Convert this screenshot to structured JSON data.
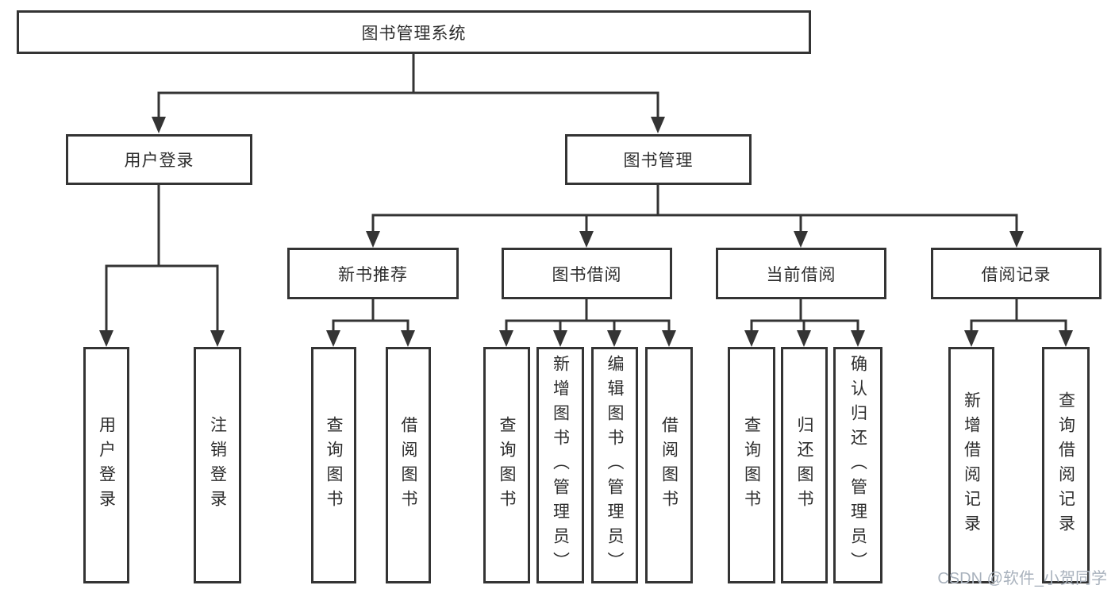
{
  "tree": {
    "root": {
      "label": "图书管理系统"
    },
    "children": [
      {
        "label": "用户登录",
        "children": [
          {
            "label": "用户登录"
          },
          {
            "label": "注销登录"
          }
        ]
      },
      {
        "label": "图书管理",
        "children": [
          {
            "label": "新书推荐",
            "children": [
              {
                "label": "查询图书"
              },
              {
                "label": "借阅图书"
              }
            ]
          },
          {
            "label": "图书借阅",
            "children": [
              {
                "label": "查询图书"
              },
              {
                "label": "新增图书（管理员）"
              },
              {
                "label": "编辑图书（管理员）"
              },
              {
                "label": "借阅图书"
              }
            ]
          },
          {
            "label": "当前借阅",
            "children": [
              {
                "label": "查询图书"
              },
              {
                "label": "归还图书"
              },
              {
                "label": "确认归还（管理员）"
              }
            ]
          },
          {
            "label": "借阅记录",
            "children": [
              {
                "label": "新增借阅记录"
              },
              {
                "label": "查询借阅记录"
              }
            ]
          }
        ]
      }
    ]
  },
  "watermark": "CSDN @软件_小贺同学",
  "colors": {
    "line": "#343434",
    "text": "#2d2d2d",
    "watermark": "#a9b2bd",
    "background": "#ffffff"
  }
}
